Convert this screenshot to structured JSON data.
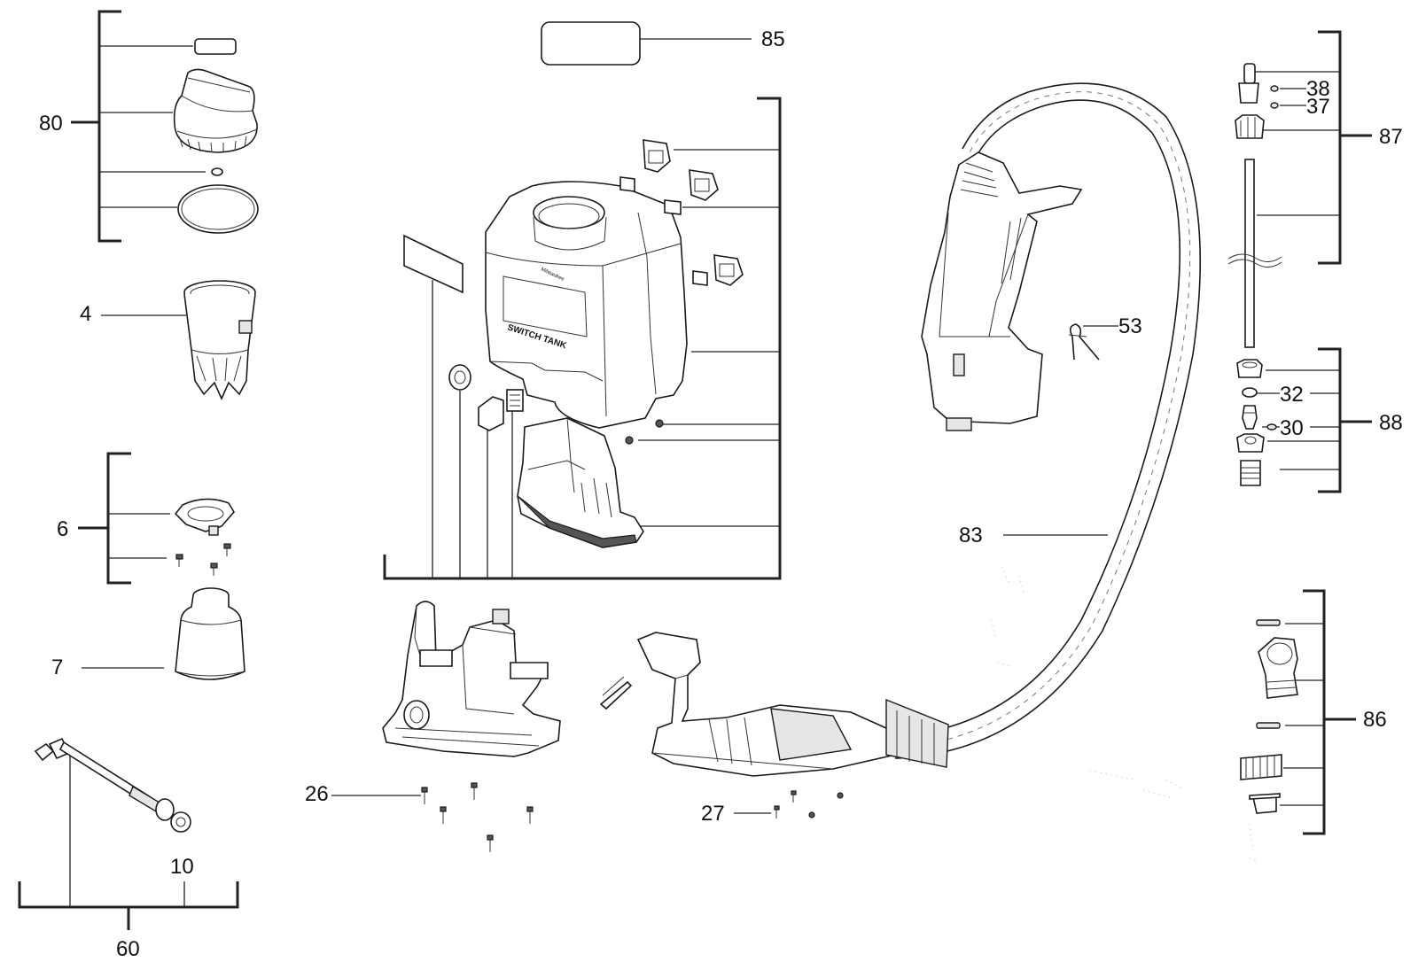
{
  "callouts": {
    "c80": "80",
    "c4": "4",
    "c6": "6",
    "c7": "7",
    "c60": "60",
    "c10": "10",
    "c85": "85",
    "c26": "26",
    "c27": "27",
    "c53": "53",
    "c83": "83",
    "c38": "38",
    "c37": "37",
    "c87": "87",
    "c32": "32",
    "c30": "30",
    "c88": "88",
    "c86": "86"
  },
  "tank_labels": {
    "brand": "Milwaukee",
    "model": "SWITCH TANK"
  },
  "colors": {
    "line": "#222222",
    "fill_light": "#e6e6e6",
    "fill_dark": "#555555"
  }
}
